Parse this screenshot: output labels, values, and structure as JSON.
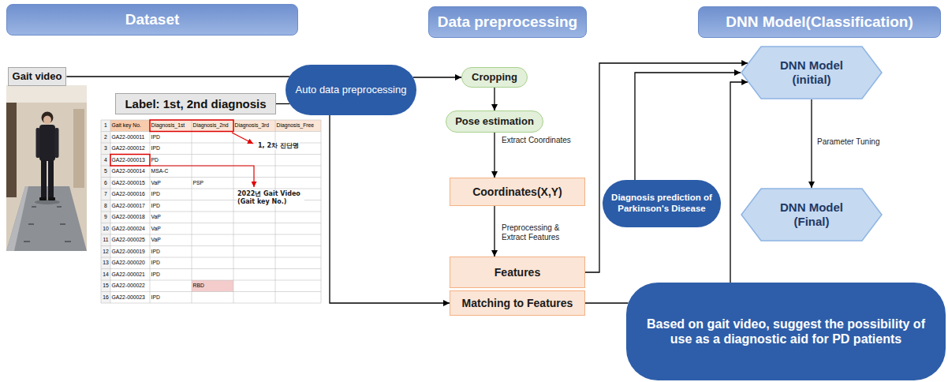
{
  "diagram": {
    "nodes": [
      {
        "text": [
          "Dataset"
        ]
      },
      {
        "text": [
          "Data preprocessing"
        ]
      },
      {
        "text": [
          "DNN Model(Classification)"
        ]
      },
      {
        "text": [
          "Gait video"
        ]
      },
      {
        "text": [
          "Label: 1st, 2nd diagnosis"
        ]
      },
      {
        "text": [
          "Auto data preprocessing"
        ]
      },
      {
        "text": [
          "Cropping"
        ]
      },
      {
        "text": [
          "Pose estimation"
        ]
      },
      {
        "text": [
          "Coordinates(X,Y)"
        ]
      },
      {
        "text": [
          "Features"
        ]
      },
      {
        "text": [
          "Matching to Features"
        ]
      },
      {
        "text": [
          "Diagnosis prediction of Parkinson's Disease"
        ]
      },
      {
        "text": [
          "DNN Model (initial)"
        ]
      },
      {
        "text": [
          "DNN Model (Final)"
        ]
      },
      {
        "text": [
          "Based on gait video, suggest the possibility of use as a diagnostic aid for PD patients"
        ]
      }
    ],
    "edges": [
      {
        "from": 3,
        "to": 5,
        "arrow": "none"
      },
      {
        "from": 4,
        "to": 5,
        "arrow": "none"
      },
      {
        "from": 5,
        "to": 6,
        "arrow": "to"
      },
      {
        "from": 5,
        "to": 10,
        "arrow": "to"
      },
      {
        "from": 6,
        "to": 7,
        "arrow": "to"
      },
      {
        "from": 7,
        "to": 8,
        "label": "Extract Coordinates",
        "arrow": "to"
      },
      {
        "from": 8,
        "to": 9,
        "label": "Preprocessing & Extract Features",
        "arrow": "to"
      },
      {
        "from": 9,
        "to": 12,
        "arrow": "to"
      },
      {
        "from": 10,
        "to": 14,
        "arrow": "none"
      },
      {
        "from": 11,
        "to": 12,
        "arrow": "to"
      },
      {
        "from": 14,
        "to": 12,
        "arrow": "to"
      },
      {
        "from": 12,
        "to": 13,
        "label": "Parameter Tuning",
        "arrow": "to"
      }
    ],
    "labels": [
      "1",
      "Gait key No.",
      "Diagnosis_1st",
      "Diagnosis_2nd",
      "Diagnosis_3rd",
      "Diagnosis_Free",
      "2",
      "GA22-000011",
      "IPD",
      "3",
      "GA22-000012",
      "IPD",
      "4",
      "GA22-000013",
      "PD",
      "5",
      "GA22-000014",
      "MSA-C",
      "6",
      "GA22-000015",
      "VaP",
      "PSP",
      "7",
      "GA22-000016",
      "IPD",
      "8",
      "GA22-000017",
      "IPD",
      "9",
      "GA22-000018",
      "VaP",
      "10",
      "GA22-000024",
      "VaP",
      "11",
      "GA22-000025",
      "VaP",
      "12",
      "GA22-000019",
      "IPD",
      "13",
      "GA22-000020",
      "IPD",
      "14",
      "GA22-000021",
      "IPD",
      "15",
      "GA22-000022",
      "RBD",
      "16",
      "GA22-000023",
      "IPD",
      "1, 2차 진단명",
      "2022년 Gait Video (Gait key No.)"
    ]
  }
}
